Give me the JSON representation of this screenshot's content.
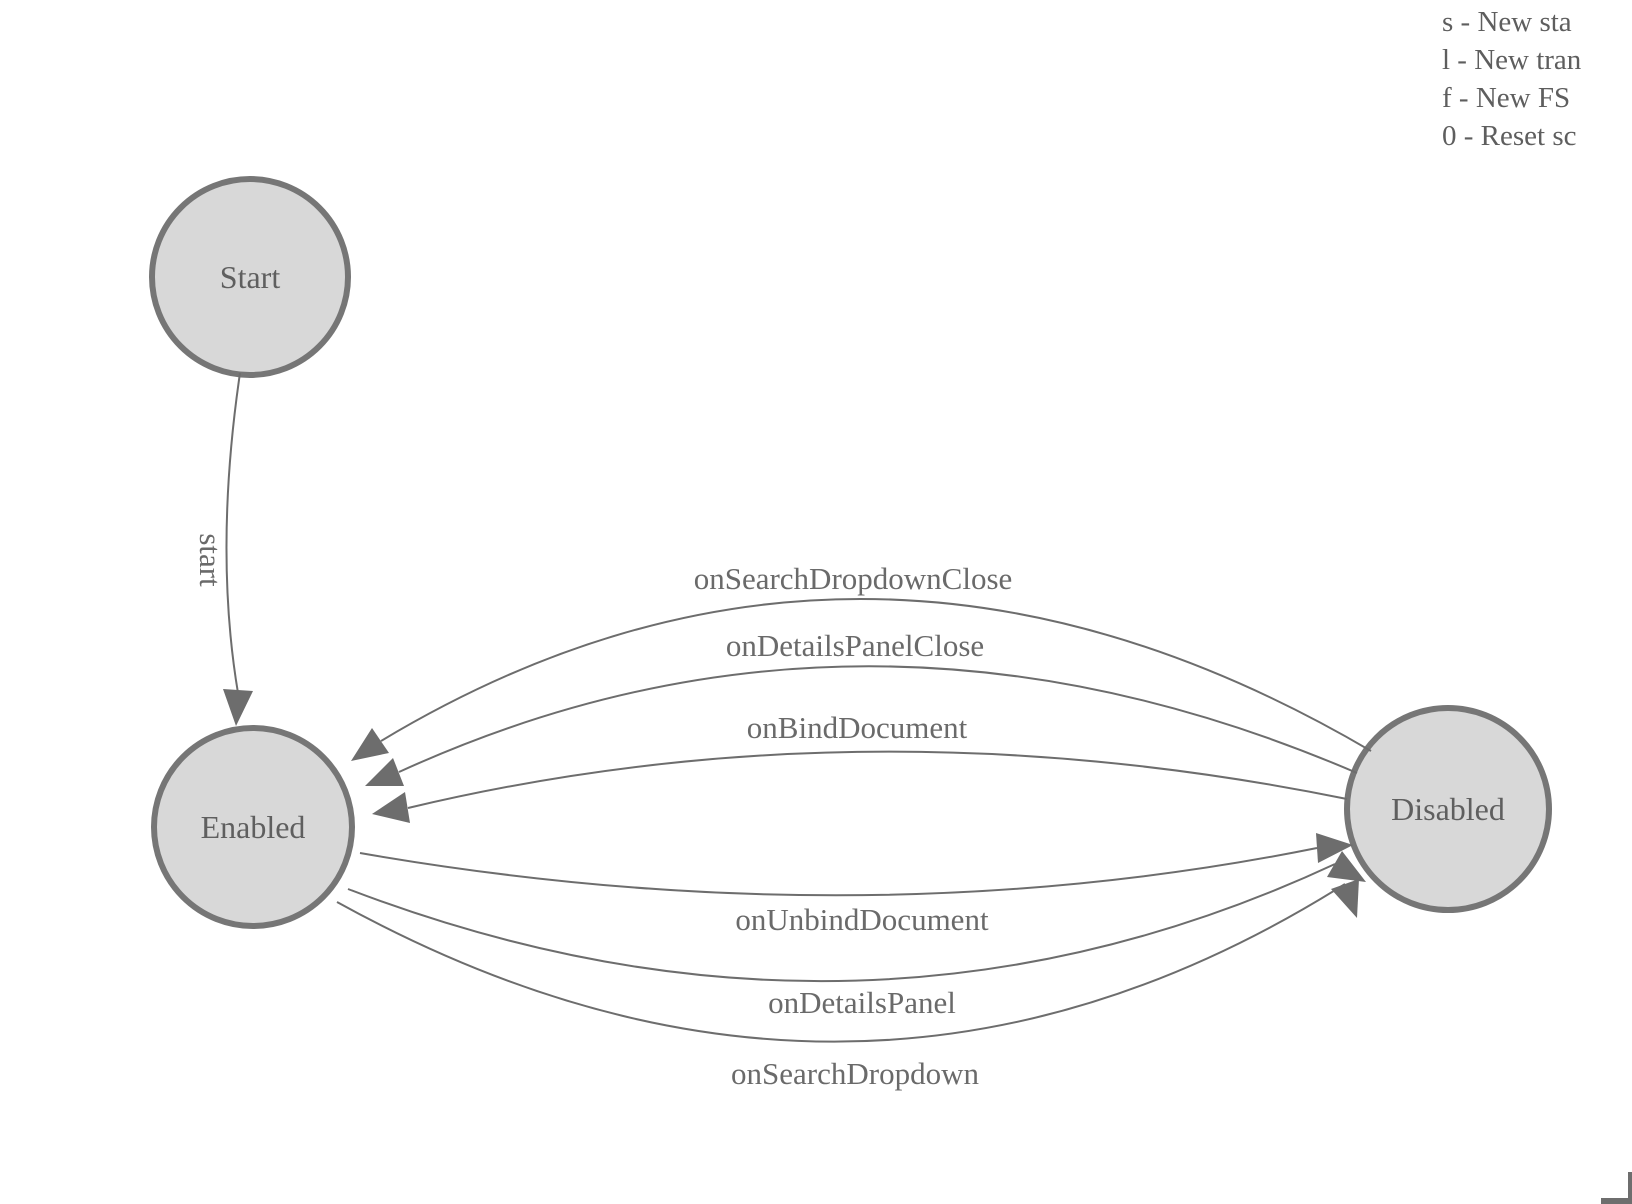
{
  "legend": {
    "lines": [
      "s - New sta",
      "l - New tran",
      "f - New FS",
      "0 - Reset sc"
    ]
  },
  "states": [
    {
      "label": "Start"
    },
    {
      "label": "Enabled"
    },
    {
      "label": "Disabled"
    }
  ],
  "transitions": [
    {
      "label": "start",
      "from": "Start",
      "to": "Enabled"
    },
    {
      "label": "onSearchDropdownClose",
      "from": "Disabled",
      "to": "Enabled"
    },
    {
      "label": "onDetailsPanelClose",
      "from": "Disabled",
      "to": "Enabled"
    },
    {
      "label": "onBindDocument",
      "from": "Disabled",
      "to": "Enabled"
    },
    {
      "label": "onUnbindDocument",
      "from": "Enabled",
      "to": "Disabled"
    },
    {
      "label": "onDetailsPanel",
      "from": "Enabled",
      "to": "Disabled"
    },
    {
      "label": "onSearchDropdown",
      "from": "Enabled",
      "to": "Disabled"
    }
  ],
  "colors": {
    "background": "#ffffff",
    "state_fill": "#d8d8d8",
    "state_border": "#767676",
    "edge": "#6d6d6d",
    "edge_label_text": "#6a6a6a",
    "state_label_text": "#5f5f5f",
    "legend_text": "#5e5e5e"
  }
}
